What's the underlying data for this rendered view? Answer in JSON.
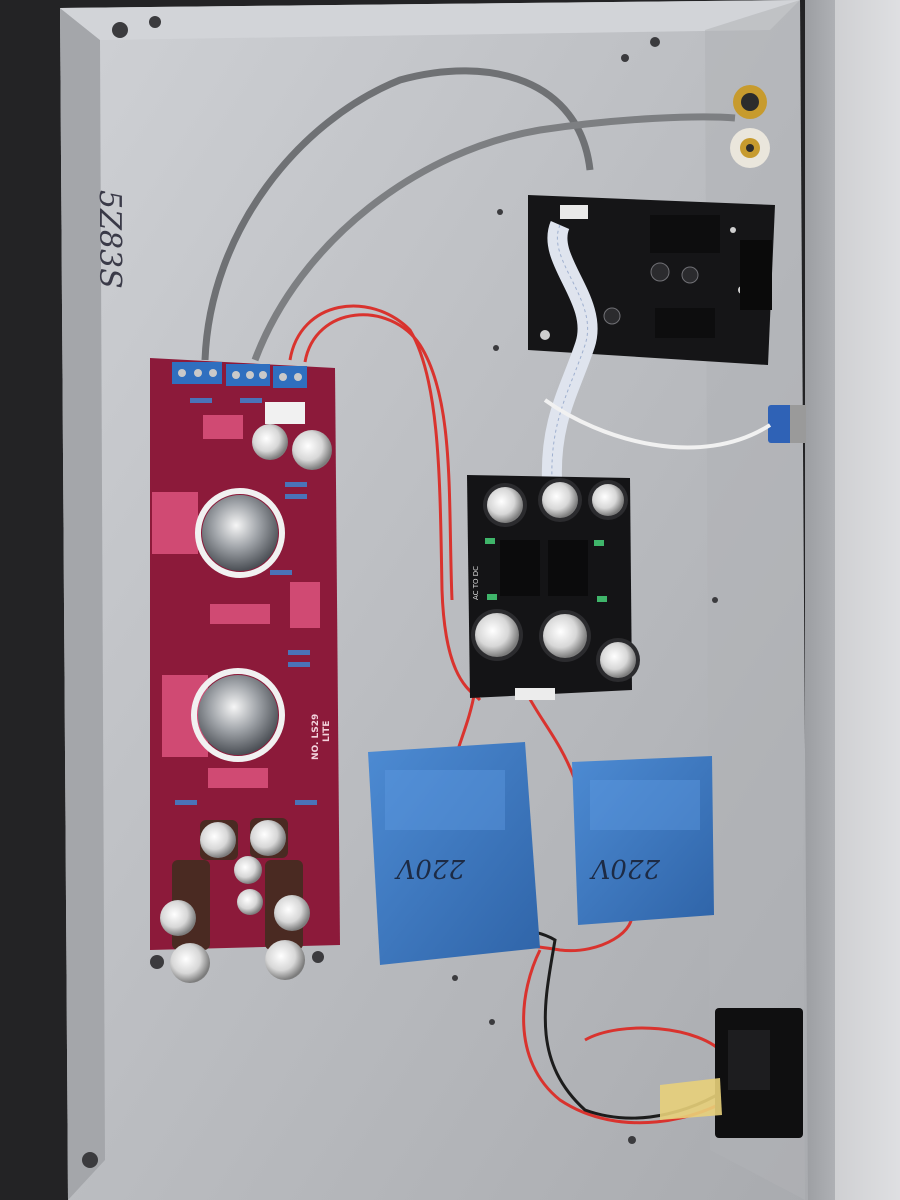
{
  "photo": {
    "subject": "Tube preamplifier chassis interior",
    "chassis_marking": "5Z83S"
  },
  "tube_board": {
    "model_text": "NO. LS29",
    "sub_text": "LITE"
  },
  "psu_board": {
    "silkscreen": "AC TO DC"
  },
  "transformers": [
    {
      "label": "220V"
    },
    {
      "label": "220V"
    }
  ],
  "colors": {
    "chassis": "#bfc1c5",
    "tube_pcb": "#8c1a3a",
    "transformer": "#3f7bc6",
    "wire_red": "#d9332e",
    "wire_grey": "#77797c"
  }
}
